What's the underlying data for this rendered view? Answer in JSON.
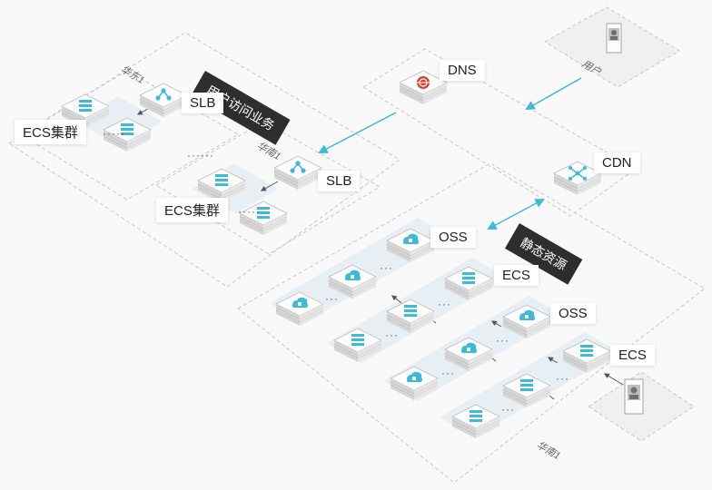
{
  "banners": {
    "user_access": "用户访问业务",
    "static_resources": "静态资源"
  },
  "labels": {
    "dns": "DNS",
    "cdn": "CDN",
    "user_top": "用户",
    "slb_1": "SLB",
    "slb_2": "SLB",
    "ecs_cluster_1": "ECS集群",
    "ecs_cluster_2": "ECS集群",
    "oss_1": "OSS",
    "ecs_1": "ECS",
    "oss_2": "OSS",
    "ecs_2": "ECS"
  },
  "regions": {
    "east_1": "华东1",
    "north_1": "华南1",
    "north_bottom": "华南1"
  },
  "colors": {
    "accent": "#3fb9d9",
    "dns_red": "#d9432f",
    "banner_bg": "#2e2e2e",
    "zone_border": "#c8c8c8"
  },
  "icons": {
    "server": "ecs-server-icon",
    "storage": "oss-storage-icon",
    "balancer": "slb-balancer-icon",
    "dns": "dns-icon",
    "cdn": "cdn-icon",
    "user": "user-icon"
  }
}
